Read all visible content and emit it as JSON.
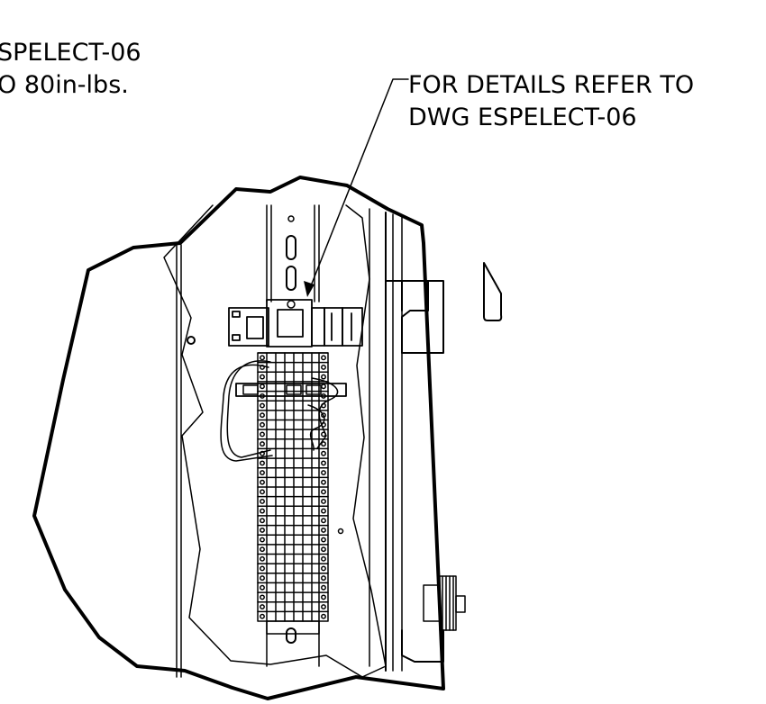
{
  "notes": {
    "left": {
      "line1": "SPELECT-06",
      "line2": "O 80in-lbs."
    },
    "right": {
      "line1": "FOR DETAILS REFER TO",
      "line2": "DWG ESPELECT-06"
    }
  },
  "colors": {
    "line": "#000000",
    "background": "#ffffff"
  },
  "terminal_rows": 28
}
